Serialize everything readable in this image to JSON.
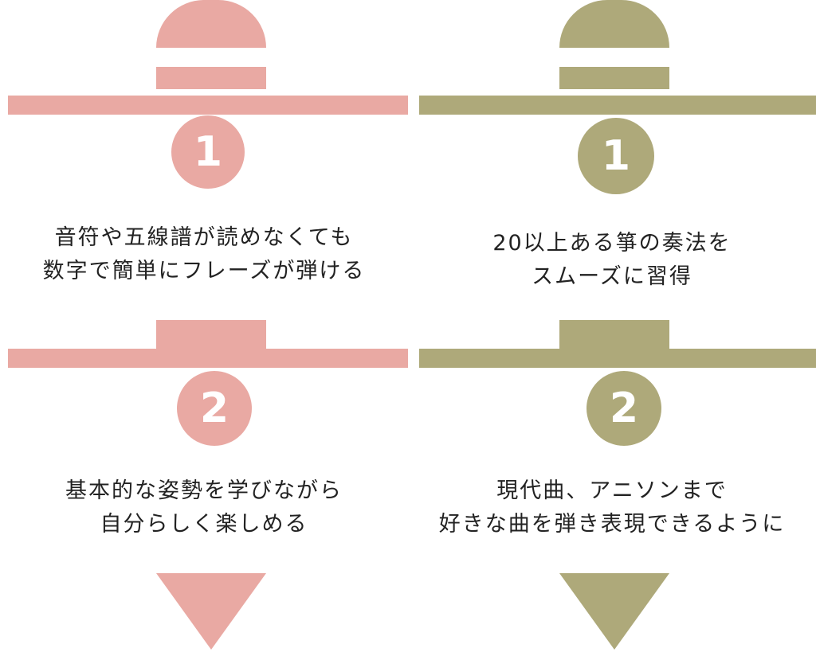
{
  "colors": {
    "left": "#e9a9a3",
    "right": "#aea97a",
    "text": "#222222"
  },
  "left": {
    "step1": {
      "number": "1",
      "lines": [
        "音符や五線譜が読めなくても",
        "数字で簡単にフレーズが弾ける"
      ]
    },
    "step2": {
      "number": "2",
      "lines": [
        "基本的な姿勢を学びながら",
        "自分らしく楽しめる"
      ]
    }
  },
  "right": {
    "step1": {
      "number": "1",
      "lines": [
        "20以上ある箏の奏法を",
        "スムーズに習得"
      ]
    },
    "step2": {
      "number": "2",
      "lines": [
        "現代曲、アニソンまで",
        "好きな曲を弾き表現できるように"
      ]
    }
  }
}
